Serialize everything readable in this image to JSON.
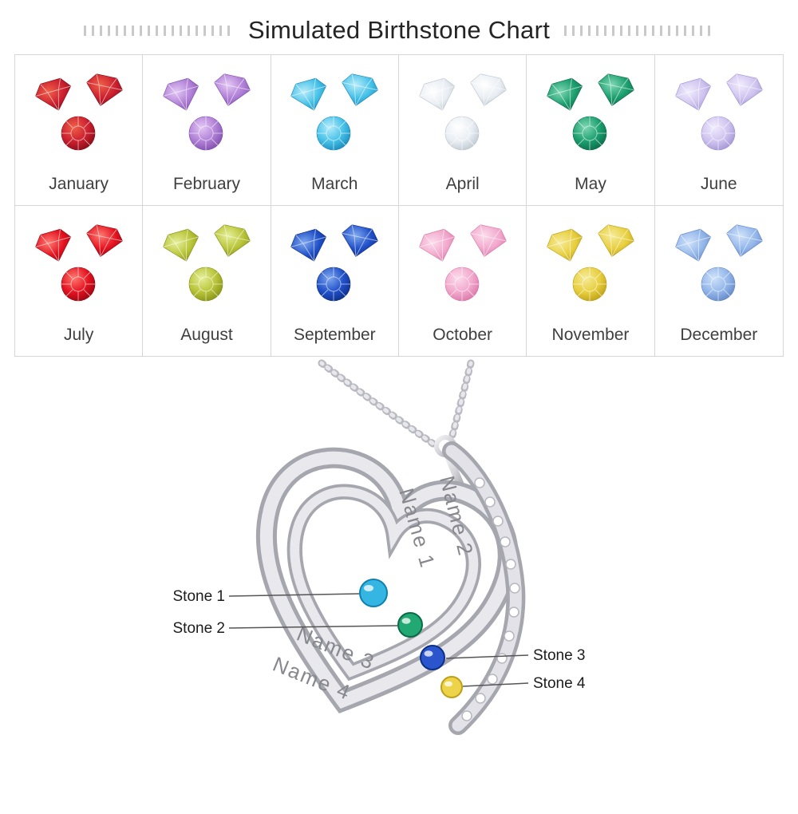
{
  "title": "Simulated Birthstone Chart",
  "months": [
    {
      "label": "January",
      "light": "#f06048",
      "base": "#cc1f2f",
      "dark": "#7e0a14"
    },
    {
      "label": "February",
      "light": "#e3c8f5",
      "base": "#b07fd6",
      "dark": "#7b4aa8"
    },
    {
      "label": "March",
      "light": "#b8ecfa",
      "base": "#45c1e8",
      "dark": "#1583b5"
    },
    {
      "label": "April",
      "light": "#ffffff",
      "base": "#e9eef3",
      "dark": "#b9c2cc"
    },
    {
      "label": "May",
      "light": "#7fd8b5",
      "base": "#1b9e6e",
      "dark": "#0a6647"
    },
    {
      "label": "June",
      "light": "#f1ecfd",
      "base": "#cfc3ef",
      "dark": "#9d8fd0"
    },
    {
      "label": "July",
      "light": "#ff7a72",
      "base": "#e4121f",
      "dark": "#8f0410"
    },
    {
      "label": "August",
      "light": "#e6ef9a",
      "base": "#b8c437",
      "dark": "#7f8c12"
    },
    {
      "label": "September",
      "light": "#7fa8ef",
      "base": "#2050c8",
      "dark": "#0b2a80"
    },
    {
      "label": "October",
      "light": "#fcdcec",
      "base": "#f2a8cc",
      "dark": "#d671a5"
    },
    {
      "label": "November",
      "light": "#f6eb9a",
      "base": "#e7cf3e",
      "dark": "#b89a10"
    },
    {
      "label": "December",
      "light": "#cfe2fa",
      "base": "#93b6ea",
      "dark": "#5e82c2"
    }
  ],
  "pendant": {
    "names": [
      "Name 1",
      "Name 2",
      "Name 3",
      "Name 4"
    ],
    "stones": [
      {
        "label": "Stone 1",
        "base": "#35b6e2",
        "dark": "#0e7fae"
      },
      {
        "label": "Stone 2",
        "base": "#21a873",
        "dark": "#0b6a48"
      },
      {
        "label": "Stone 3",
        "base": "#2b55cc",
        "dark": "#0d2f86"
      },
      {
        "label": "Stone 4",
        "base": "#edd34a",
        "dark": "#bda018"
      }
    ]
  }
}
